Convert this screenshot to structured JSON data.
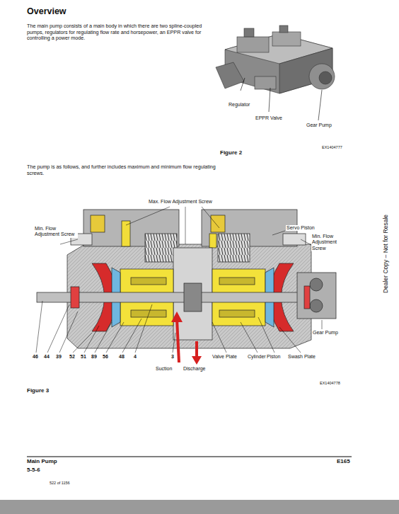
{
  "diagram": {
    "title": "Overview",
    "labels": [
      "The main pump consists of a main body in which there are two spline-coupled pumps, regulators for regulating flow rate and horsepower, an EPPR valve for controlling a power mode.",
      "Regulator",
      "EPPR Valve",
      "Gear Pump",
      "EX1404777",
      "Figure 2",
      "The pump is as follows, and further includes maximum and minimum flow regulating screws.",
      "Max. Flow Adjustment Screw",
      "Min. Flow Adjustment Screw",
      "Servo Piston",
      "Min. Flow Adjustment Screw",
      "Gear Pump",
      "46",
      "44",
      "39",
      "52",
      "51",
      "89",
      "56",
      "48",
      "4",
      "3",
      "Valve Plate",
      "Cylinder",
      "Piston",
      "Swash Plate",
      "Suction",
      "Discharge",
      "EX1404778",
      "Figure 3",
      "Dealer Copy – Not for Resale",
      "Main Pump",
      "5-5-6",
      "E165",
      "522 of 1156"
    ]
  }
}
